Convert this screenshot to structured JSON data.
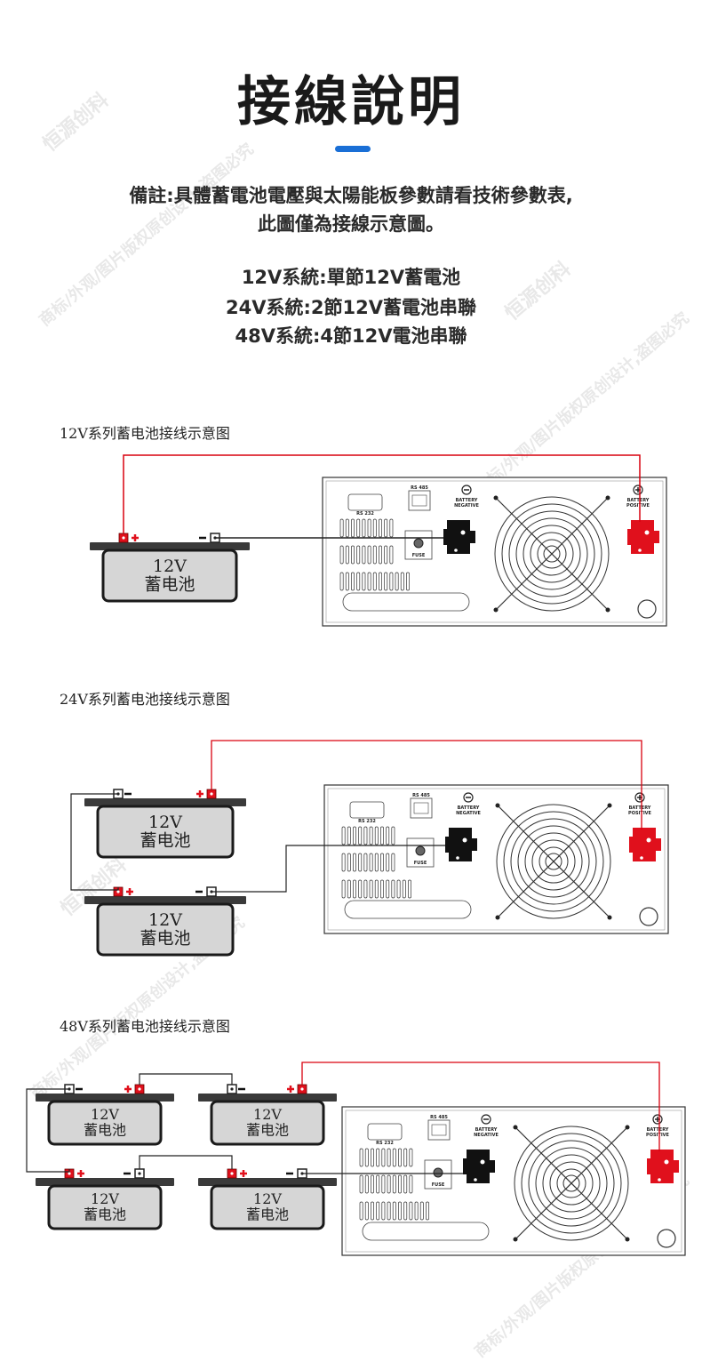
{
  "header": {
    "title": "接線說明",
    "accent_color": "#1a6fd6"
  },
  "notes": {
    "line1": "備註:具體蓄電池電壓與太陽能板參數請看技術參數表,",
    "line2": "此圖僅為接線示意圖。"
  },
  "systems": {
    "s12": "12V系統:單節12V蓄電池",
    "s24": "24V系統:2節12V蓄電池串聯",
    "s48": "48V系統:4節12V電池串聯"
  },
  "sections": {
    "s12_title": "12V系列蓄电池接线示意图",
    "s24_title": "24V系列蓄电池接线示意图",
    "s48_title": "48V系列蓄电池接线示意图"
  },
  "battery": {
    "voltage": "12V",
    "name": "蓄电池"
  },
  "inverter": {
    "rs232": "RS 232",
    "rs485": "RS 485",
    "neg_line1": "BATTERY",
    "neg_line2": "NEGATIVE",
    "pos_line1": "BATTERY",
    "pos_line2": "POSITIVE",
    "fuse": "FUSE"
  },
  "colors": {
    "positive_wire": "#d9000f",
    "negative_wire": "#222222",
    "terminal_red": "#e0101c",
    "battery_body": "#d6d6d6"
  },
  "watermark": {
    "brand": "恒源创科",
    "notice": "商标/外观/图片版权原创设计,盗图必究"
  }
}
